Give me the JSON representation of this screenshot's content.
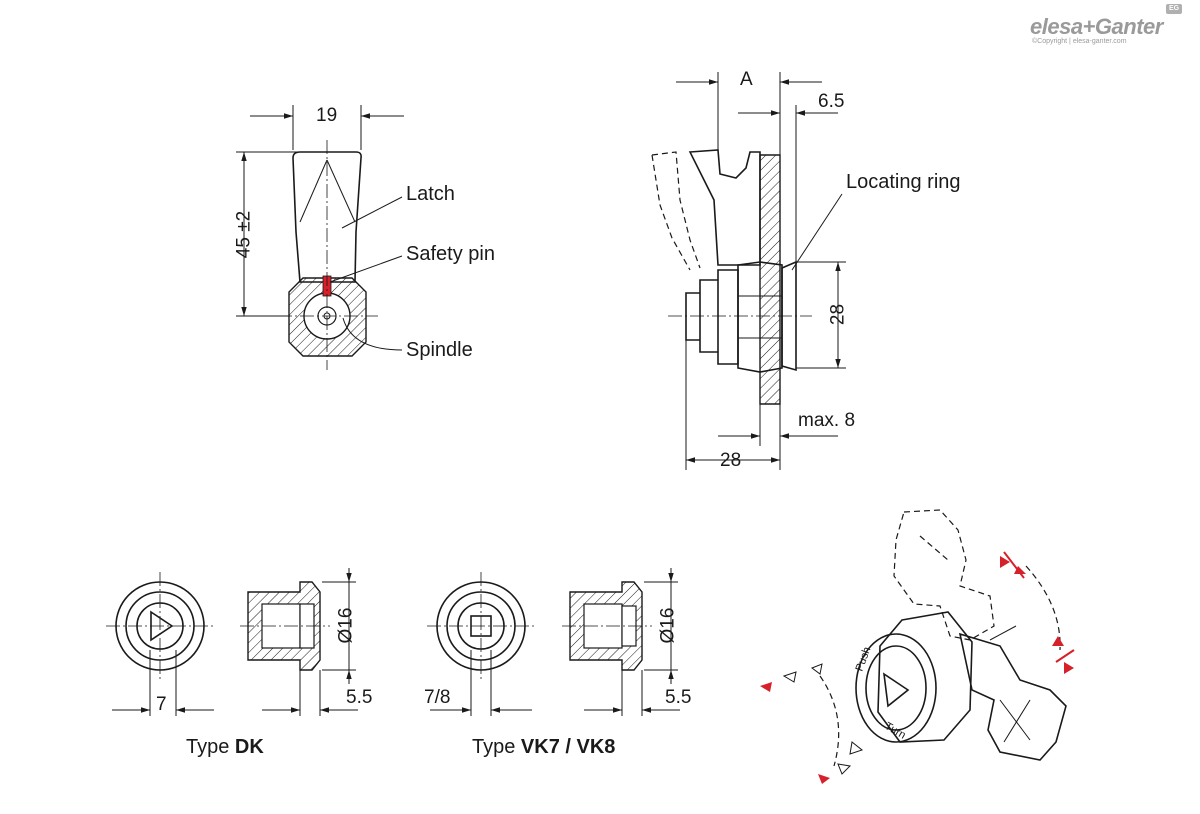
{
  "brand": {
    "name": "elesa+Ganter",
    "copyright": "©Copyright | elesa-ganter.com",
    "badge": "EG"
  },
  "labels": {
    "latch": "Latch",
    "safety_pin": "Safety pin",
    "spindle": "Spindle",
    "locating_ring": "Locating ring"
  },
  "dimensions": {
    "width_19": "19",
    "height_45": "45 ±2",
    "a": "A",
    "d_6_5": "6.5",
    "d_28_vertical": "28",
    "max_8": "max. 8",
    "d_28_horizontal": "28",
    "dk_dia": "Ø16",
    "dk_7": "7",
    "dk_5_5": "5.5",
    "vk_dia": "Ø16",
    "vk_7_8": "7/8",
    "vk_5_5": "5.5"
  },
  "types": {
    "dk_prefix": "Type ",
    "dk_name": "DK",
    "vk_prefix": "Type ",
    "vk_name": "VK7 / VK8"
  },
  "iso": {
    "key_text_push": "Push",
    "key_text_turn": "Turn"
  },
  "colors": {
    "line": "#1a1a1a",
    "accent_red": "#d6202a",
    "brand_grey": "#9a9a9a"
  }
}
